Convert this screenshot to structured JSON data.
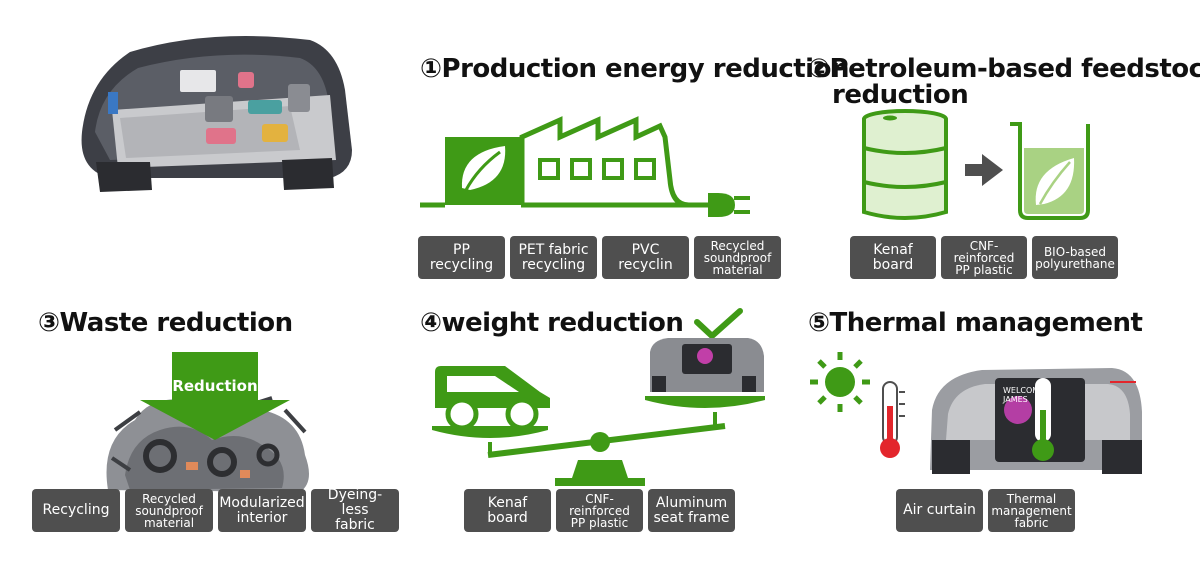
{
  "colors": {
    "green": "#3f9a16",
    "light_green": "#a9d283",
    "tag_bg": "#4f4f4f",
    "thermo_red": "#e3262c"
  },
  "sections": [
    {
      "num": "①",
      "title": "Production energy reduction",
      "tags": [
        "PP\nrecycling",
        "PET fabric\nrecycling",
        "PVC\nrecyclin",
        "Recycled\nsoundproof\nmaterial"
      ]
    },
    {
      "num": "②",
      "title": "Petroleum-based feedstock",
      "title2": "reduction",
      "tags": [
        "Kenaf\nboard",
        "CNF-reinforced\nPP plastic",
        "BIO-based\npolyurethane"
      ]
    },
    {
      "num": "③",
      "title": "Waste reduction",
      "arrow_label": "Reduction",
      "tags": [
        "Recycling",
        "Recycled\nsoundproof\nmaterial",
        "Modularized\ninterior",
        "Dyeing-less\nfabric"
      ]
    },
    {
      "num": "④",
      "title": "weight reduction",
      "tags": [
        "Kenaf\nboard",
        "CNF-reinforced\nPP plastic",
        "Aluminum\nseat frame"
      ]
    },
    {
      "num": "⑤",
      "title": "Thermal management",
      "tags": [
        "Air curtain",
        "Thermal\nmanagement\nfabric"
      ]
    }
  ],
  "screen_text": "WELCOME\nJAMES"
}
